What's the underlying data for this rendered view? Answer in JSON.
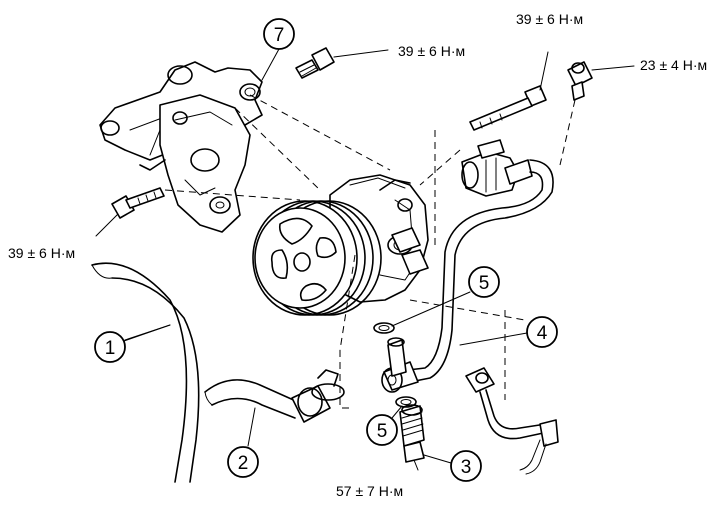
{
  "callouts": {
    "c1": "1",
    "c2": "2",
    "c3": "3",
    "c4": "4",
    "c5a": "5",
    "c5b": "5",
    "c7": "7"
  },
  "torques": {
    "bracket_bolt_top": "39 ± 6 Н·м",
    "pump_bolt_top": "39 ± 6 Н·м",
    "union_bolt_top": "23 ± 4 Н·м",
    "bracket_bolt_left": "39 ± 6 Н·м",
    "union_bolt_bottom": "57 ± 7 Н·м"
  }
}
